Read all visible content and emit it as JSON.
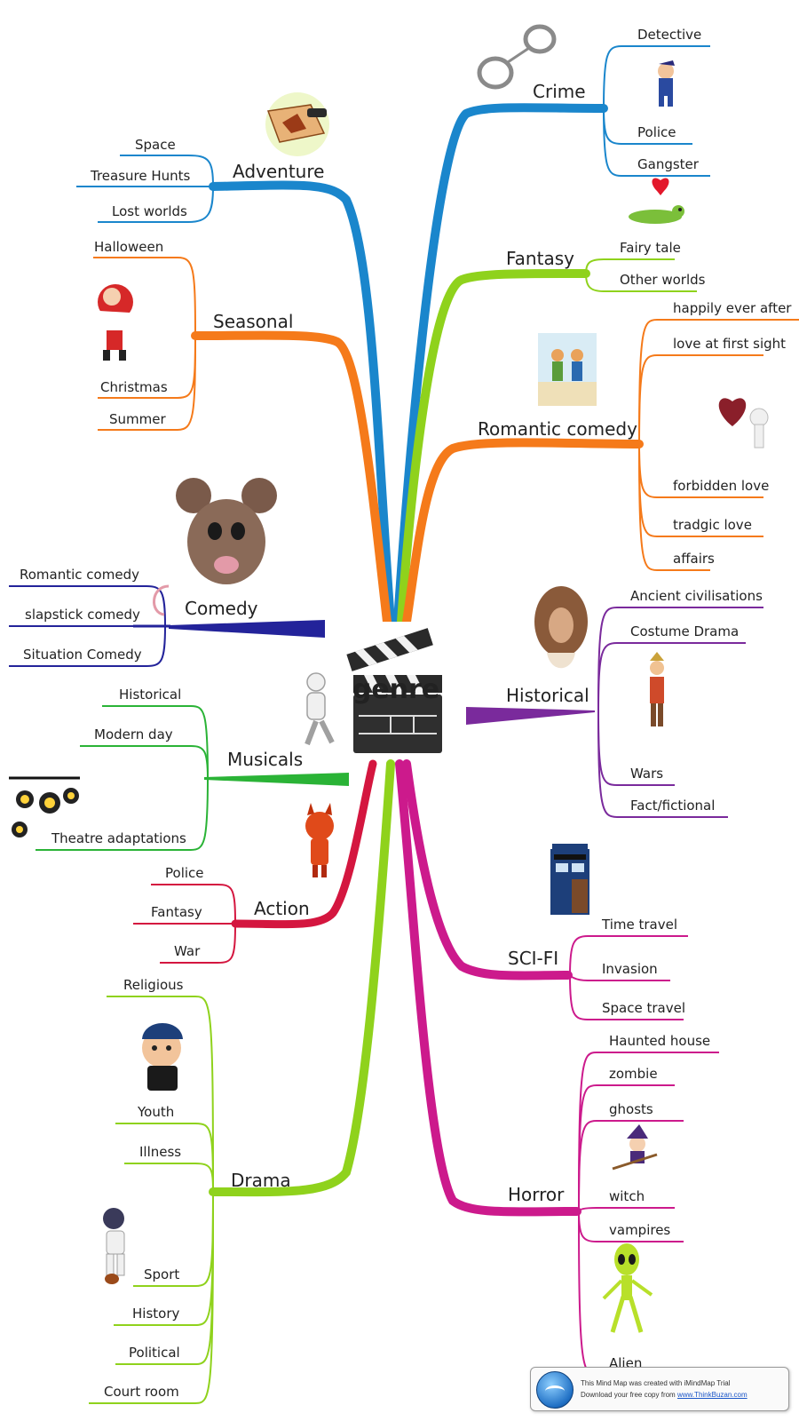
{
  "central_topic": "genre",
  "branches": {
    "adventure": {
      "label": "Adventure",
      "color": "#1a86cc",
      "items": [
        "Space",
        "Treasure Hunts",
        "Lost worlds"
      ]
    },
    "seasonal": {
      "label": "Seasonal",
      "color": "#f57a1a",
      "items": [
        "Halloween",
        "Christmas",
        "Summer"
      ]
    },
    "comedy": {
      "label": "Comedy",
      "color": "#23239a",
      "items": [
        "Romantic comedy",
        "slapstick comedy",
        "Situation Comedy"
      ]
    },
    "musicals": {
      "label": "Musicals",
      "color": "#2ab336",
      "items": [
        "Historical",
        "Modern day",
        "Theatre adaptations"
      ]
    },
    "action": {
      "label": "Action",
      "color": "#d4163f",
      "items": [
        "Police",
        "Fantasy",
        "War"
      ]
    },
    "drama": {
      "label": "Drama",
      "color": "#8fd21c",
      "items": [
        "Religious",
        "Youth",
        "Illness",
        "Sport",
        "History",
        "Political",
        "Court room"
      ]
    },
    "crime": {
      "label": "Crime",
      "color": "#1a86cc",
      "items": [
        "Detective",
        "Police",
        "Gangster"
      ]
    },
    "fantasy": {
      "label": "Fantasy",
      "color": "#8fd21c",
      "items": [
        "Fairy tale",
        "Other worlds"
      ]
    },
    "romantic_comedy": {
      "label": "Romantic comedy",
      "color": "#f57a1a",
      "items": [
        "happily ever after",
        "love at first sight",
        "forbidden love",
        "tradgic love",
        "affairs"
      ]
    },
    "historical": {
      "label": "Historical",
      "color": "#7a2a9c",
      "items": [
        "Ancient civilisations",
        "Costume Drama",
        "Wars",
        "Fact/fictional"
      ]
    },
    "scifi": {
      "label": "SCI-FI",
      "color": "#cc1a8c",
      "items": [
        "Time travel",
        "Invasion",
        "Space travel"
      ]
    },
    "horror": {
      "label": "Horror",
      "color": "#cc1a8c",
      "items": [
        "Haunted house",
        "zombie",
        "ghosts",
        "witch",
        "vampires",
        "Alien"
      ]
    }
  },
  "footer": {
    "line1": "This Mind Map was created with iMindMap Trial",
    "line2_prefix": "Download your free copy from ",
    "link_text": "www.ThinkBuzan.com"
  },
  "icons": [
    "handcuffs-icon",
    "treasure-map-icon",
    "detective-icon",
    "frog-prince-icon",
    "santa-icon",
    "couple-icon",
    "heart-lock-icon",
    "mouse-icon",
    "portrait-icon",
    "clapperboard-icon",
    "soldier-icon",
    "dancer-icon",
    "stage-lights-icon",
    "devil-icon",
    "police-box-icon",
    "boy-icon",
    "witch-icon",
    "footballer-icon",
    "alien-icon",
    "imindmap-logo-icon"
  ]
}
